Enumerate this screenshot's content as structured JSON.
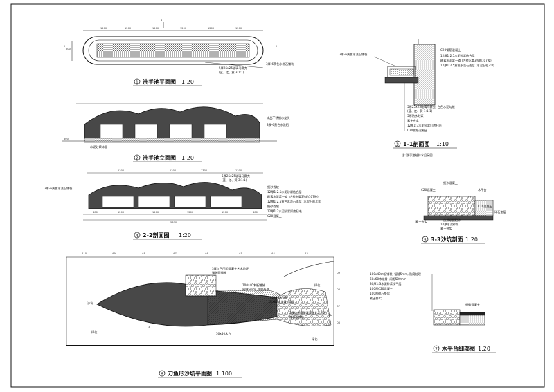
{
  "drawings": {
    "plan1": {
      "num": "1",
      "title": "洗手池平面图",
      "scale": "1:20"
    },
    "elev2": {
      "num": "2",
      "title": "洗手池立面图",
      "scale": "1:20"
    },
    "sect3": {
      "num": "3",
      "title": "1-1剖面图",
      "scale": "1:10"
    },
    "sect4": {
      "num": "4",
      "title": "2-2剖面图",
      "scale": "1:20"
    },
    "sect5": {
      "num": "5",
      "title": "3-3沙坑剖面",
      "scale": "1:20"
    },
    "plan6": {
      "num": "6",
      "title": "刀鱼形沙坑平面图",
      "scale": "1:100"
    },
    "det7": {
      "num": "7",
      "title": "木平台细部图",
      "scale": "1:20"
    }
  },
  "notes": {
    "plan1_tile": "5厚25x25玻璃马赛克",
    "plan1_tile2": "(蓝、红、黄 3:1:1)",
    "plan1_right": "3厚-6黄色水洗石铺装",
    "elev2_r1": "成品不锈钢水龙头",
    "elev2_r2": "3厚-6黄色水洗石",
    "elev2_bottom": "水泥砂浆抹面",
    "s4_tile": "5厚25x25玻璃马赛克",
    "s4_tile2": "(蓝、红、黄 3:1:1)",
    "s4_left": "3厚-6黄色水洗石铺装",
    "s4_r1": "细砂找坡",
    "s4_r2": "12厚1:2.5水泥砂浆结合层",
    "s4_r3": "刷素水泥浆一道 (内掺水重3%的107胶)",
    "s4_r4": "12厚1:2.5黄色水洗石面层 (水泥石粒3:8)",
    "s4_r5": "细砂找坡",
    "s4_r6": "12厚1:3水泥砂浆打底扫毛",
    "s4_r7": "C20混凝土",
    "s3_top": "C20钢筋混凝土",
    "s3_left": "3厚-6黄色水洗石铺装",
    "s3_r1": "12厚1:2.5水泥砂浆结合层",
    "s3_r2": "刷素水泥浆一道 (内掺水重3%的107胶)",
    "s3_r3": "12厚1:2.5黄色水洗石面层 (水泥石粒3:8)",
    "s3_b1": "5厚25x25玻璃马赛克, 白色水泥勾缝",
    "s3_b2": "(蓝、红、黄 1:1:1)",
    "s3_b3": "5厚防水砂浆",
    "s3_b4": "素土夯实",
    "s3_b5": "12厚1:3水泥砂浆打底扫毛",
    "s3_b6": "C20钢筋混凝土",
    "s3_footnote": "注: 洗手池给排水见另图",
    "s5_top": "细沙混凝土",
    "s5_wood": "木平台",
    "s5_l1": "C20混凝土",
    "s5_l2": "素土夯实",
    "s5_r1": "C20混凝土",
    "s5_r2": "碎石垫层",
    "s5_b1": "10厚水泥砂浆",
    "s5_b2": "素土夯实",
    "s5_b3": "自然级配粗砂",
    "s6_lab1": "3厚红色压印混凝土艺术地坪",
    "s6_lab2": "铺装面铺装",
    "s6_lab3": "100x40木板铺装",
    "s6_lab4": "留缝5mm, 防腐处理",
    "s6_lab5": "60x60木龙骨",
    "s6_lab6": "60x60木龙骨, 间距",
    "s6_lab7": "3厚红色压印混凝土艺术地坪",
    "s6_lab8": "铺装面铺装",
    "s6_green1": "绿化",
    "s6_green2": "绿化",
    "s6_green3": "绿化",
    "s6_sand": "沙坑",
    "s6_wood": "50x50木方",
    "d7_l1": "100x40木板铺装, 留缝5mm, 防腐处理",
    "d7_l2": "60x60木龙骨, 间距500mm",
    "d7_l3": "30厚1:3水泥砂浆找平层",
    "d7_l4": "100厚C20混凝土",
    "d7_l5": "100厚碎石垫层",
    "d7_l6": "素土夯实",
    "d7_top": "细砂混凝土"
  },
  "dimensions": {
    "plan1_top": [
      "1200",
      "1200",
      "1200",
      "1200",
      "1200",
      "1200"
    ],
    "sect4_top": [
      "2300",
      "1300",
      "1300",
      "1300"
    ],
    "sect4_bottom": [
      "400",
      "1200",
      "1200",
      "1200",
      "1200",
      "400"
    ],
    "sect4_total": "5800",
    "elev2_side": [
      "500",
      "800"
    ],
    "grid_top": [
      "A10",
      "A9",
      "A8",
      "A7",
      "A6",
      "A5",
      "A4",
      "A3"
    ],
    "grid_right": [
      "D9",
      "D8",
      "D7",
      "D6"
    ]
  },
  "section_marks": {
    "m1": "1",
    "m2": "2",
    "m3": "3"
  },
  "colors": {
    "ink": "#111111",
    "hatch": "#333333",
    "paper": "#ffffff"
  }
}
